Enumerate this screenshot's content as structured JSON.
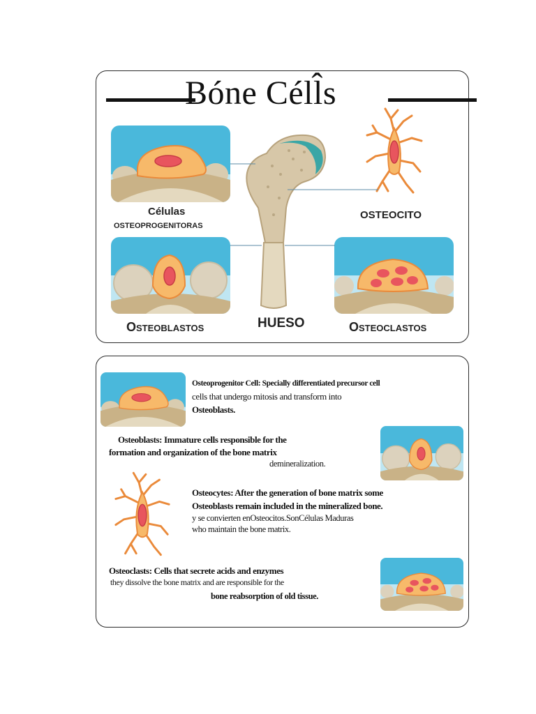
{
  "colors": {
    "sky": "#4ab8db",
    "sky_light": "#bfe6f2",
    "cell_body": "#f7b96a",
    "cell_edge": "#ea8a3a",
    "nucleus": "#e8555e",
    "bone_bg": "#c9b287",
    "bone_shaft": "#e4d9bf",
    "teal": "#3aa6a6"
  },
  "header": {
    "title": "Bóne Céll̂s"
  },
  "diagram": {
    "label_progenitor_line1": "Células",
    "label_progenitor_line2": "osteoprogenitoras",
    "label_osteocyte": "OSTEOCITO",
    "label_osteoblasts": "Osteoblastos",
    "label_bone": "HUESO",
    "label_osteoclasts": "Osteoclastos"
  },
  "descriptions": {
    "progenitor_line1": "Osteoprogenitor Cell: Specially differentiated precursor cell",
    "progenitor_line2": "cells that undergo mitosis and transform into",
    "progenitor_line3": "Osteoblasts.",
    "osteoblast_line1": "Osteoblasts: Immature cells responsible for the",
    "osteoblast_line2": "formation and organization of the bone matrix",
    "osteoblast_line3": "demineralization.",
    "osteocyte_line1": "Osteocytes: After the generation of bone matrix some",
    "osteocyte_line2": "Osteoblasts remain included in the mineralized bone.",
    "osteocyte_line3": "y se convierten enOsteocitos.SonCélulas Maduras",
    "osteocyte_line4": "who maintain the bone matrix.",
    "osteoclast_line1": "Osteoclasts: Cells that secrete acids and enzymes",
    "osteoclast_line2": "they dissolve the bone matrix and are responsible for the",
    "osteoclast_line3": "bone reabsorption of old tissue."
  }
}
